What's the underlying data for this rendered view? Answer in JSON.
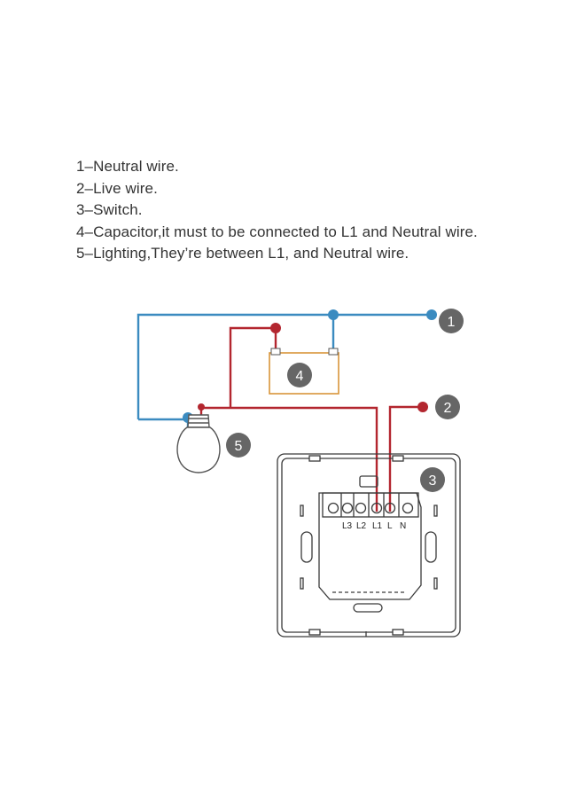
{
  "legend": [
    "1–Neutral wire.",
    "2–Live wire.",
    "3–Switch.",
    "4–Capacitor,it must to be connected to L1 and Neutral wire.",
    "5–Lighting,They’re between L1, and Neutral wire."
  ],
  "badges": [
    "1",
    "2",
    "3",
    "4",
    "5"
  ],
  "terminals": [
    "L3",
    "L2",
    "L1",
    "L",
    "N"
  ],
  "colors": {
    "neutral": "#3b8bc0",
    "live": "#b3262f",
    "capacitor": "#d9953a",
    "badge": "#666666",
    "outline": "#3a3a3a"
  }
}
